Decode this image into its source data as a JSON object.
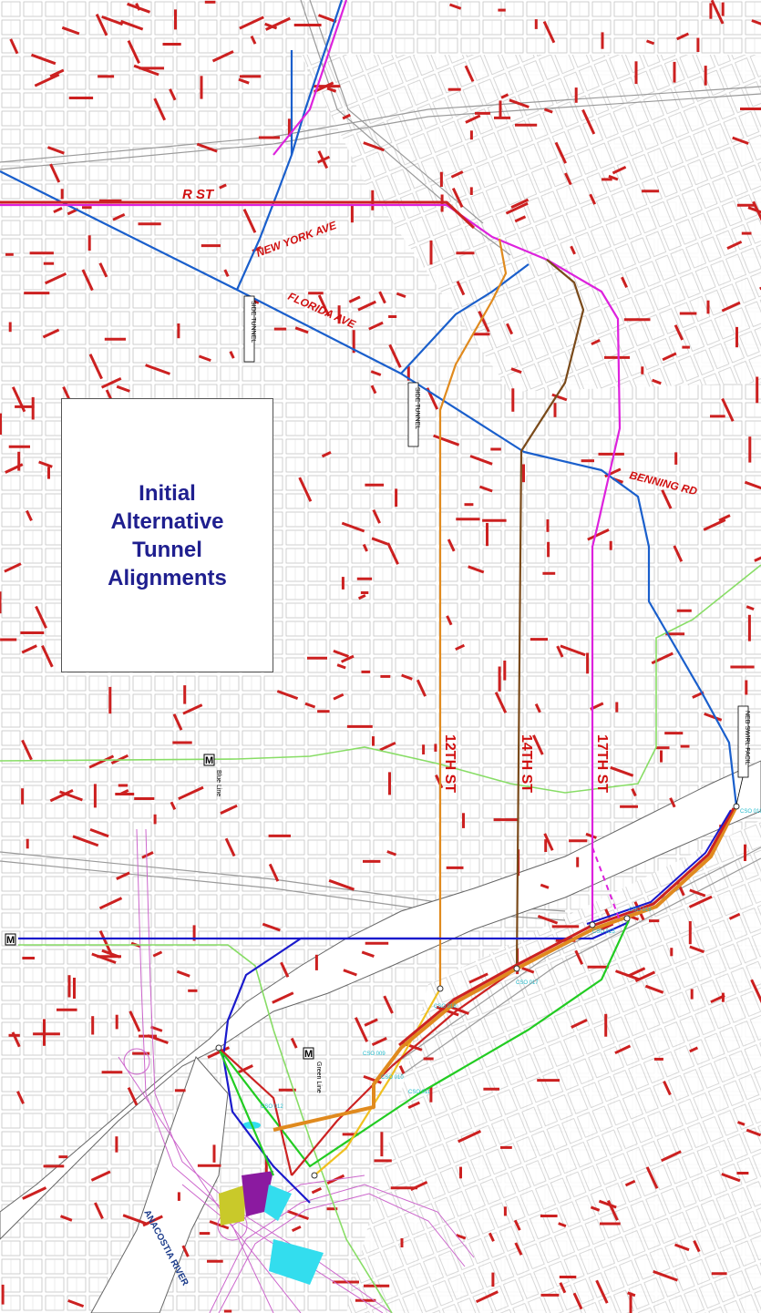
{
  "title": {
    "line1": "Initial",
    "line2": "Alternative",
    "line3": "Tunnel",
    "line4": "Alignments"
  },
  "streets": {
    "r_st": "R ST",
    "new_york_ave": "NEW YORK AVE",
    "florida_ave": "FLORIDA AVE",
    "benning_rd": "BENNING RD",
    "st12": "12TH ST",
    "st14": "14TH ST",
    "st17": "17TH ST"
  },
  "tags": {
    "side_tunnel_1": "SIDE TUNNEL",
    "side_tunnel_2": "SIDE TUNNEL",
    "neb_swirl": "NEB SWIRL FACIL"
  },
  "metro": {
    "icon_label": "M",
    "blue_line": "Blue Line",
    "green_line": "Green Line"
  },
  "river": "ANACOSTIA RIVER",
  "cso_labels": [
    "CSO 019",
    "CSO 017",
    "CSO 018",
    "CSO 015",
    "CSO 016",
    "CSO 009",
    "CSO 010",
    "CSO 011",
    "CSO 012"
  ],
  "colors": {
    "red_route": "#cc2222",
    "orange_route": "#e08a1e",
    "brown_route": "#7a4a1a",
    "magenta_route": "#dd22dd",
    "blue_route": "#1a5fcc",
    "navy_route": "#1a1acc",
    "green_route": "#22cc22",
    "light_green": "#88dd66",
    "title_text": "#1f1f8f",
    "street_labels": "#d01010",
    "cso_labels": "#22bbcc"
  }
}
